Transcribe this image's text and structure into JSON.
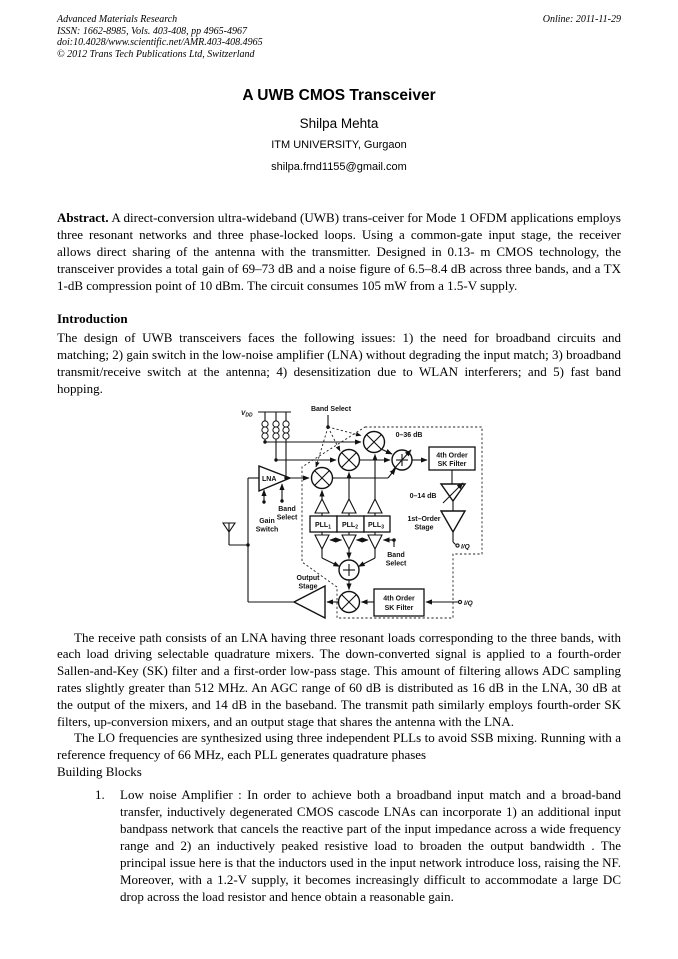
{
  "header": {
    "journal": "Advanced Materials Research",
    "issn_line": "ISSN: 1662-8985, Vols. 403-408, pp 4965-4967",
    "doi_line": "doi:10.4028/www.scientific.net/AMR.403-408.4965",
    "copyright_line": "© 2012 Trans Tech Publications Ltd, Switzerland",
    "online_date": "Online: 2011-11-29"
  },
  "article": {
    "title": "A UWB CMOS Transceiver",
    "author": "Shilpa Mehta",
    "affiliation": "ITM UNIVERSITY, Gurgaon",
    "email": "shilpa.frnd1155@gmail.com"
  },
  "abstract": {
    "label": "Abstract.",
    "text": " A direct-conversion ultra-wideband (UWB) trans-ceiver for Mode 1 OFDM applications employs three resonant networks and three phase-locked loops. Using a common-gate input stage, the receiver allows direct sharing of the antenna with the transmitter. Designed in 0.13- m CMOS technology, the transceiver provides a total gain of 69–73 dB and a noise figure of 6.5–8.4 dB across three bands, and a TX 1-dB compression point of 10 dBm. The circuit consumes 105 mW from a 1.5-V supply."
  },
  "introduction": {
    "heading": "Introduction",
    "text": "The design of UWB transceivers faces the following issues: 1) the need for broadband circuits and matching; 2) gain switch in the low-noise amplifier (LNA) without degrading the input match; 3) broadband transmit/receive switch at the antenna; 4) desensitization due to WLAN interferers; and 5) fast band hopping."
  },
  "diagram": {
    "labels": {
      "vdd_v": "V",
      "vdd_sub": "DD",
      "band_select_top": "Band Select",
      "gain_0_36": "0–36 dB",
      "sk_top_1": "4th Order",
      "sk_top_2": "SK Filter",
      "gain_0_14": "0–14 dB",
      "first_order_1": "1st–Order",
      "first_order_2": "Stage",
      "iq_rx": "I/Q",
      "lna": "LNA",
      "band_1": "Band",
      "band_2": "Select",
      "gain_1": "Gain",
      "gain_2": "Switch",
      "pll": "PLL",
      "pll1_sub": "1",
      "pll2_sub": "2",
      "pll3_sub": "3",
      "band_r1": "Band",
      "band_r2": "Select",
      "out_1": "Output",
      "out_2": "Stage",
      "sk_bot_1": "4th Order",
      "sk_bot_2": "SK Filter",
      "iq_tx": "I/Q"
    }
  },
  "body": {
    "para1": "The receive path consists of an LNA having three resonant loads corresponding to the three bands, with each load driving selectable quadrature mixers. The down-converted signal is applied to a fourth-order Sallen-and-Key (SK) filter and a first-order low-pass stage. This amount of filtering allows ADC sampling rates slightly greater than 512 MHz. An AGC range of 60 dB is distributed as 16 dB in the LNA, 30 dB at the output of the mixers, and 14 dB in the baseband. The transmit path similarly employs fourth-order SK filters, up-conversion mixers, and an output stage that shares the antenna with the LNA.",
    "para2": "The LO frequencies are synthesized using three independent PLLs to avoid SSB mixing. Running with a reference frequency of 66 MHz, each PLL generates quadrature phases",
    "building_blocks": "Building Blocks",
    "list_item_1_number": "1.",
    "list_item_1": "Low noise Amplifier :  In order to achieve both a broadband input match and a broad-band transfer, inductively degenerated CMOS cascode LNAs can incorporate 1) an additional input bandpass network that cancels the reactive part of the input impedance across a wide frequency range  and 2) an inductively peaked resistive load to broaden the output bandwidth . The principal issue here is that the inductors used in the input network introduce loss, raising the NF. Moreover, with a 1.2-V supply, it becomes increasingly difficult to accommodate a large DC drop across the load resistor and hence obtain a reasonable gain."
  }
}
